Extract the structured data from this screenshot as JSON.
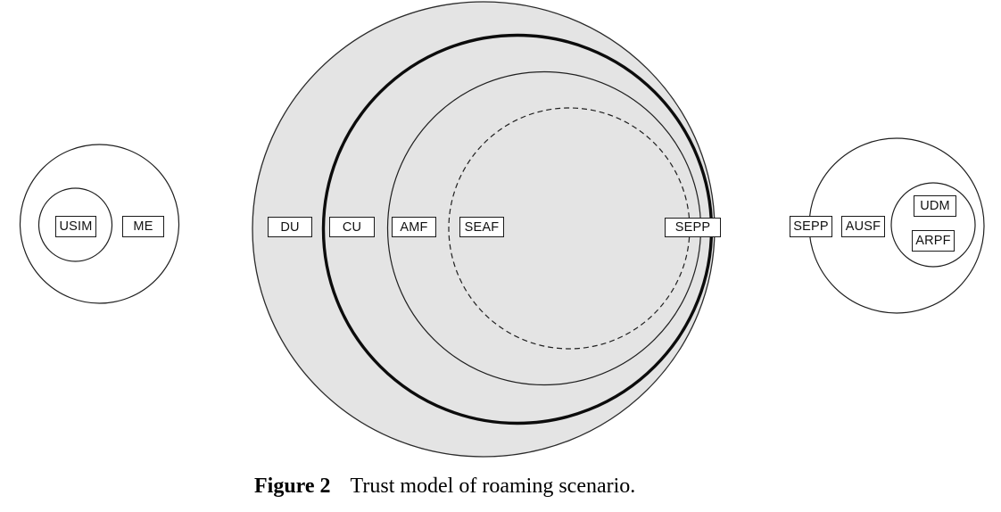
{
  "caption": {
    "label": "Figure 2",
    "text": "Trust model of roaming scenario."
  },
  "nodes": {
    "usim": "USIM",
    "me": "ME",
    "du": "DU",
    "cu": "CU",
    "amf": "AMF",
    "seaf": "SEAF",
    "sepp_visited": "SEPP",
    "sepp_home": "SEPP",
    "ausf": "AUSF",
    "udm": "UDM",
    "arpf": "ARPF"
  },
  "colors": {
    "trust_zone_fill": "#e4e4e4",
    "line": "#1a1a1a"
  }
}
